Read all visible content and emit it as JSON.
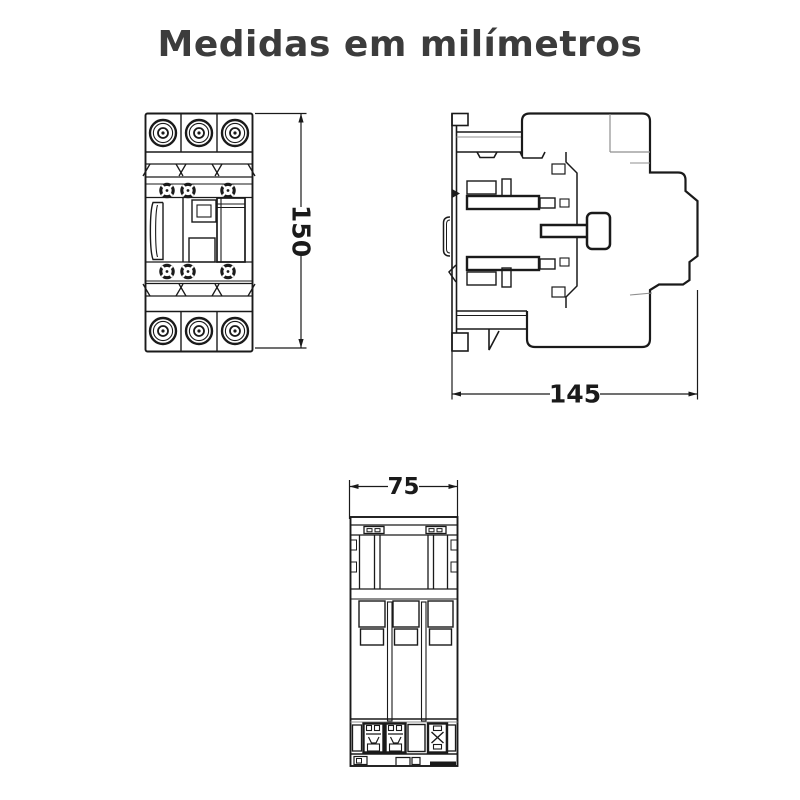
{
  "title": "Medidas em milímetros",
  "unit": "mm",
  "dimensions_mm": {
    "height": 150,
    "depth": 145,
    "width": 75
  },
  "views": {
    "front": {
      "id": "front-view",
      "dimension_value": "150"
    },
    "side": {
      "id": "side-view",
      "dimension_value": "145"
    },
    "top": {
      "id": "top-view",
      "dimension_value": "75"
    }
  },
  "colors": {
    "background": "#ffffff",
    "line": "#1a1a1a",
    "line_soft": "#8f8f8f",
    "title_text": "#3c3c3c"
  }
}
